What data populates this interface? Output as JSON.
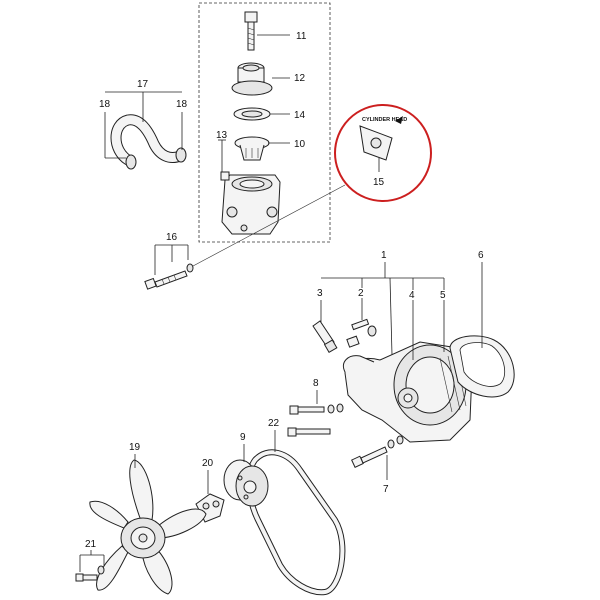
{
  "diagram": {
    "callouts": {
      "c1": "1",
      "c2": "2",
      "c3": "3",
      "c4": "4",
      "c5": "5",
      "c6": "6",
      "c7": "7",
      "c8": "8",
      "c9": "9",
      "c10": "10",
      "c11": "11",
      "c12": "12",
      "c13": "13",
      "c14": "14",
      "c15": "15",
      "c16": "16",
      "c17": "17",
      "c18a": "18",
      "c18b": "18",
      "c19": "19",
      "c20": "20",
      "c21": "21",
      "c22": "22"
    },
    "cylinder_head_label": "CYLINDER HEAD",
    "highlight_color": "#cc1f1f"
  }
}
